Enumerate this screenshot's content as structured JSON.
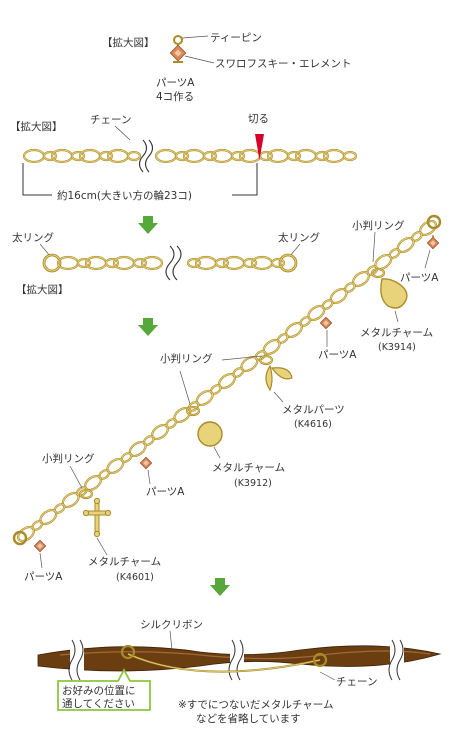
{
  "section1": {
    "enlarged_label": "【拡大図】",
    "tpin_label": "ティーピン",
    "swarovski_label": "スワロフスキー・エレメント",
    "parts_label": "パーツA",
    "make_count": "4コ作る"
  },
  "section2": {
    "enlarged_label": "【拡大図】",
    "chain_label": "チェーン",
    "cut_label": "切る",
    "length_label": "約16cm(大きい方の輪23コ)"
  },
  "section3": {
    "thick_ring_left": "太リング",
    "thick_ring_right": "太リング",
    "enlarged_label": "【拡大図】"
  },
  "section4": {
    "small_ring_top": "小判リング",
    "parts_a_top": "パーツA",
    "metal_charm_top": "メタルチャーム",
    "metal_charm_top_code": "(K3914)",
    "small_ring_mid": "小判リング",
    "parts_a_mid": "パーツA",
    "metal_parts": "メタルパーツ",
    "metal_parts_code": "(K4616)",
    "metal_charm_mid": "メタルチャーム",
    "metal_charm_mid_code": "(K3912)",
    "small_ring_low": "小判リング",
    "parts_a_low": "パーツA",
    "parts_a_bottom": "パーツA",
    "metal_charm_low": "メタルチャーム",
    "metal_charm_low_code": "(K4601)"
  },
  "section5": {
    "silk_ribbon": "シルクリボン",
    "chain": "チェーン",
    "callout_line1": "お好みの位置に",
    "callout_line2": "通してください",
    "note_line1": "※すでにつないだメタルチャーム",
    "note_line2": "などを省略しています"
  },
  "colors": {
    "gold_stroke": "#a98c2a",
    "gold_fill": "#e8d27a",
    "arrow_green": "#57a83a",
    "cut_red": "#d8002a",
    "ribbon_brown": "#6b3e12",
    "bead_orange": "#d98a5a",
    "callout_green": "#8cc63f"
  }
}
